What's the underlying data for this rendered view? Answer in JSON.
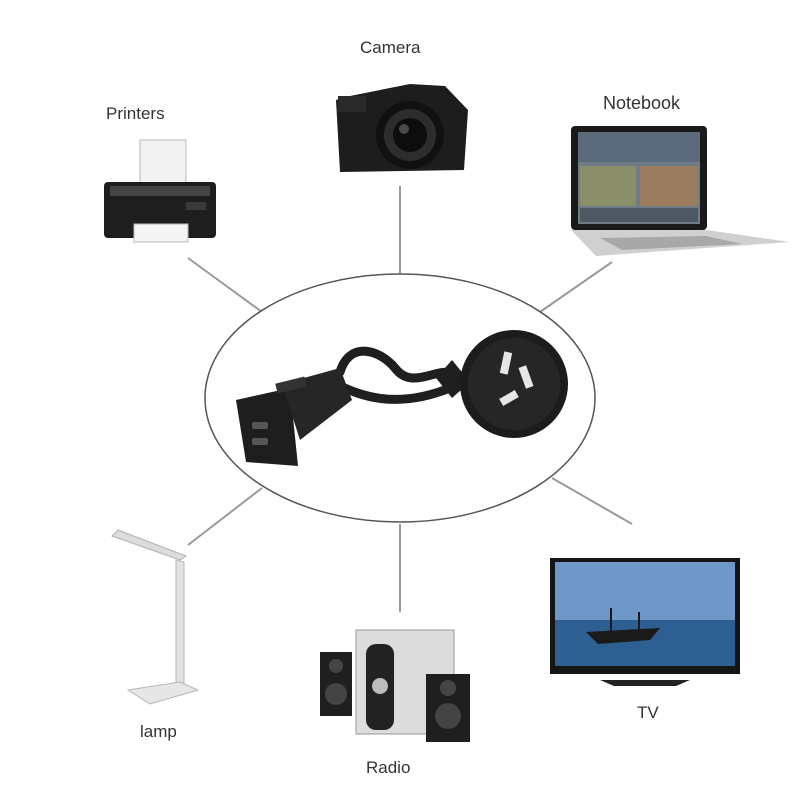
{
  "devices": {
    "camera": {
      "label": "Camera"
    },
    "printers": {
      "label": "Printers"
    },
    "notebook": {
      "label": "Notebook"
    },
    "lamp": {
      "label": "lamp"
    },
    "radio": {
      "label": "Radio"
    },
    "tv": {
      "label": "TV"
    }
  },
  "colors": {
    "line": "#9a9a9a",
    "ellipse": "#555555",
    "cable": "#1f1f1f",
    "label": "#333333"
  }
}
